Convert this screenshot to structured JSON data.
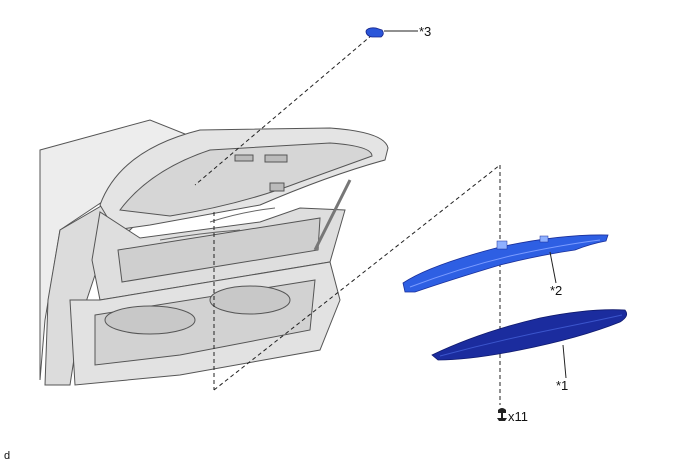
{
  "callouts": {
    "part1": "*1",
    "part2": "*2",
    "part3": "*3"
  },
  "fastener": {
    "quantity_label": "x11",
    "icon": "clip-icon"
  },
  "corner_label": "d",
  "colors": {
    "highlight_part": "#2a55d9",
    "highlight_part_dark": "#16248a",
    "vehicle_line": "#444444",
    "vehicle_fill": "#e9e9e9"
  }
}
